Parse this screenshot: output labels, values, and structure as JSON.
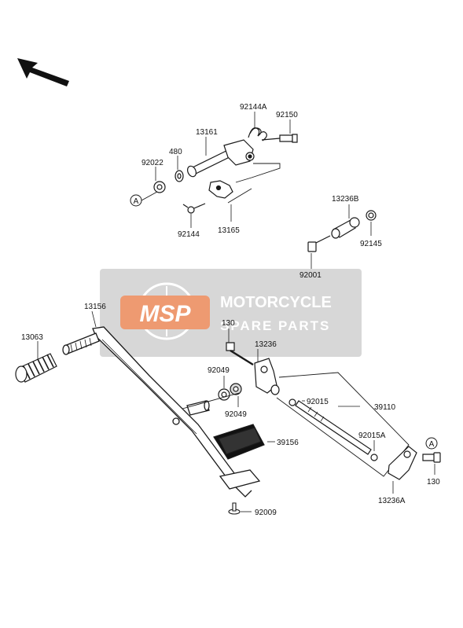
{
  "diagram": {
    "part_labels": {
      "p92144A": "92144A",
      "p92150": "92150",
      "p13161": "13161",
      "p480": "480",
      "p92022": "92022",
      "p92144": "92144",
      "p13165": "13165",
      "p13236B": "13236B",
      "p92145": "92145",
      "p92001": "92001",
      "p13156": "13156",
      "p13063": "13063",
      "p130_top": "130",
      "p13236": "13236",
      "p92049_a": "92049",
      "p92049_b": "92049",
      "p92015": "92015",
      "p39110": "39110",
      "p92015A": "92015A",
      "p39156": "39156",
      "p130_right": "130",
      "p13236A": "13236A",
      "p92009": "92009"
    },
    "reference_markers": {
      "left": "A",
      "right": "A"
    }
  },
  "watermark": {
    "logo": "MSP",
    "line1": "MOTORCYCLE",
    "line2": "SPARE PARTS"
  },
  "colors": {
    "line": "#1a1a1a",
    "part_fill": "#ffffff",
    "watermark_band": "#c9c9c9",
    "watermark_logo": "#e8743b"
  }
}
